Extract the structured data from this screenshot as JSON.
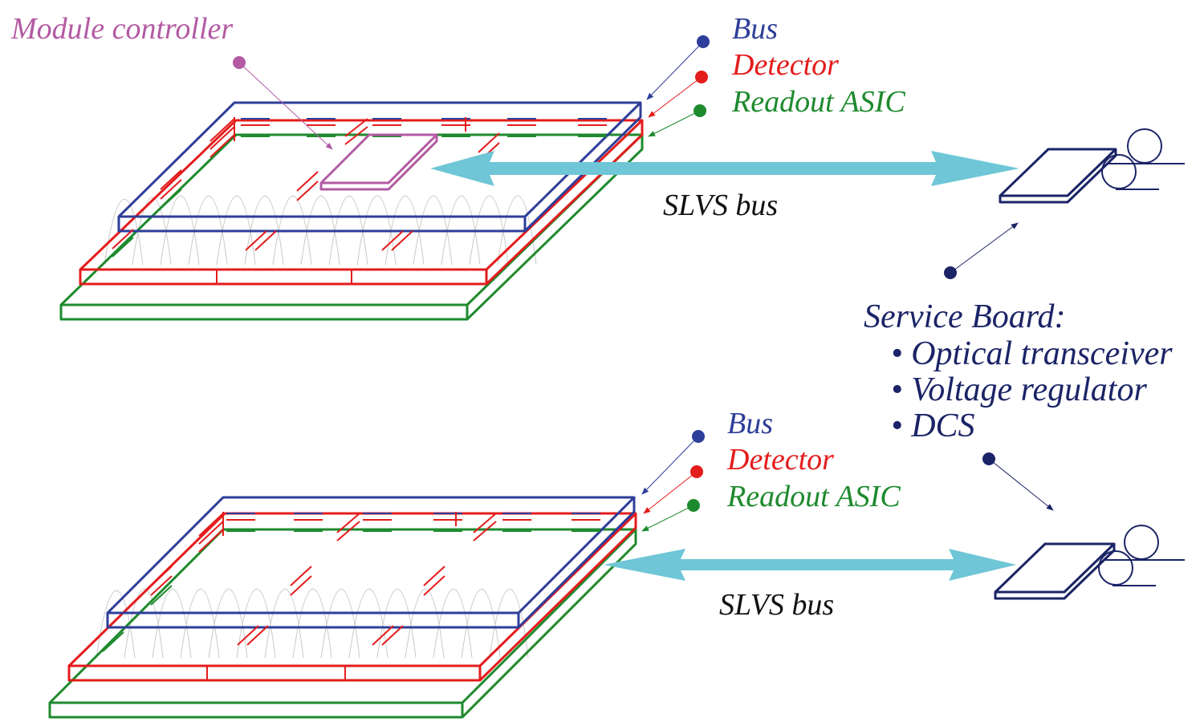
{
  "labels": {
    "module_controller": "Module controller",
    "top": {
      "bus": "Bus",
      "detector": "Detector",
      "readout": "Readout ASIC"
    },
    "bottom": {
      "bus": "Bus",
      "detector": "Detector",
      "readout": "Readout ASIC"
    },
    "slvs_top": "SLVS bus",
    "slvs_bottom": "SLVS bus",
    "service_board": "Service Board:",
    "service_items": [
      "• Optical transceiver",
      "• Voltage regulator",
      "• DCS"
    ]
  },
  "colors": {
    "bus": "#2e3e9a",
    "detector": "#e41c1c",
    "readout": "#1e8a2e",
    "module_controller": "#b35aa3",
    "service": "#1b2466",
    "slvs_arrow": "#6ec6d6",
    "wire": "#c8c8c8"
  }
}
